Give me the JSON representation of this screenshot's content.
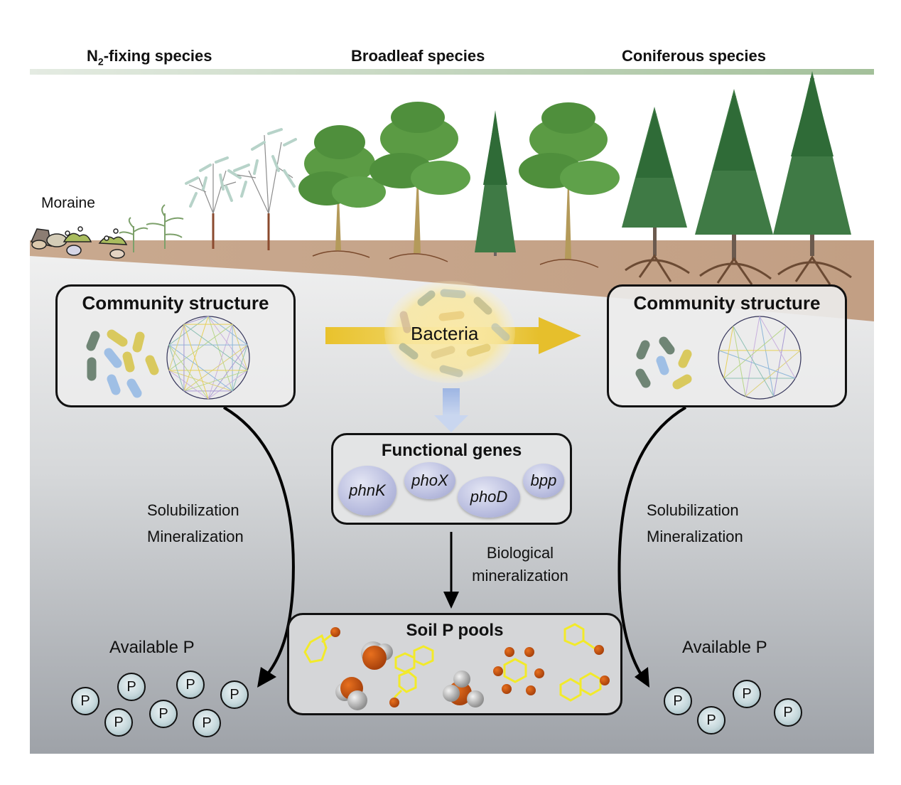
{
  "header": {
    "stages": [
      {
        "label_main": "N",
        "label_sub": "2",
        "label_rest": "-fixing species"
      },
      {
        "label": "Broadleaf species"
      },
      {
        "label": "Coniferous species"
      }
    ],
    "gradient_bar_colors": [
      "#e2e9e0",
      "#a7c39e"
    ]
  },
  "landscape": {
    "moraine_label": "Moraine",
    "soil_color": "#c7a58a",
    "ground_color": "#e9eaeb"
  },
  "left_community": {
    "title": "Community structure",
    "network_density": "dense"
  },
  "right_community": {
    "title": "Community structure",
    "network_density": "sparse"
  },
  "bacteria": {
    "label": "Bacteria",
    "arrow_color": "#e8c53a"
  },
  "functional_genes": {
    "title": "Functional genes",
    "genes": [
      "phnK",
      "phoX",
      "phoD",
      "bpp"
    ]
  },
  "biological_mineralization": {
    "line1": "Biological",
    "line2": "mineralization"
  },
  "left_process": {
    "line1": "Solubilization",
    "line2": "Mineralization"
  },
  "right_process": {
    "line1": "Solubilization",
    "line2": "Mineralization"
  },
  "soil_p_pools": {
    "title": "Soil P pools"
  },
  "left_available_p": {
    "label": "Available P",
    "count": 7,
    "symbol": "P"
  },
  "right_available_p": {
    "label": "Available P",
    "count": 4,
    "symbol": "P"
  }
}
